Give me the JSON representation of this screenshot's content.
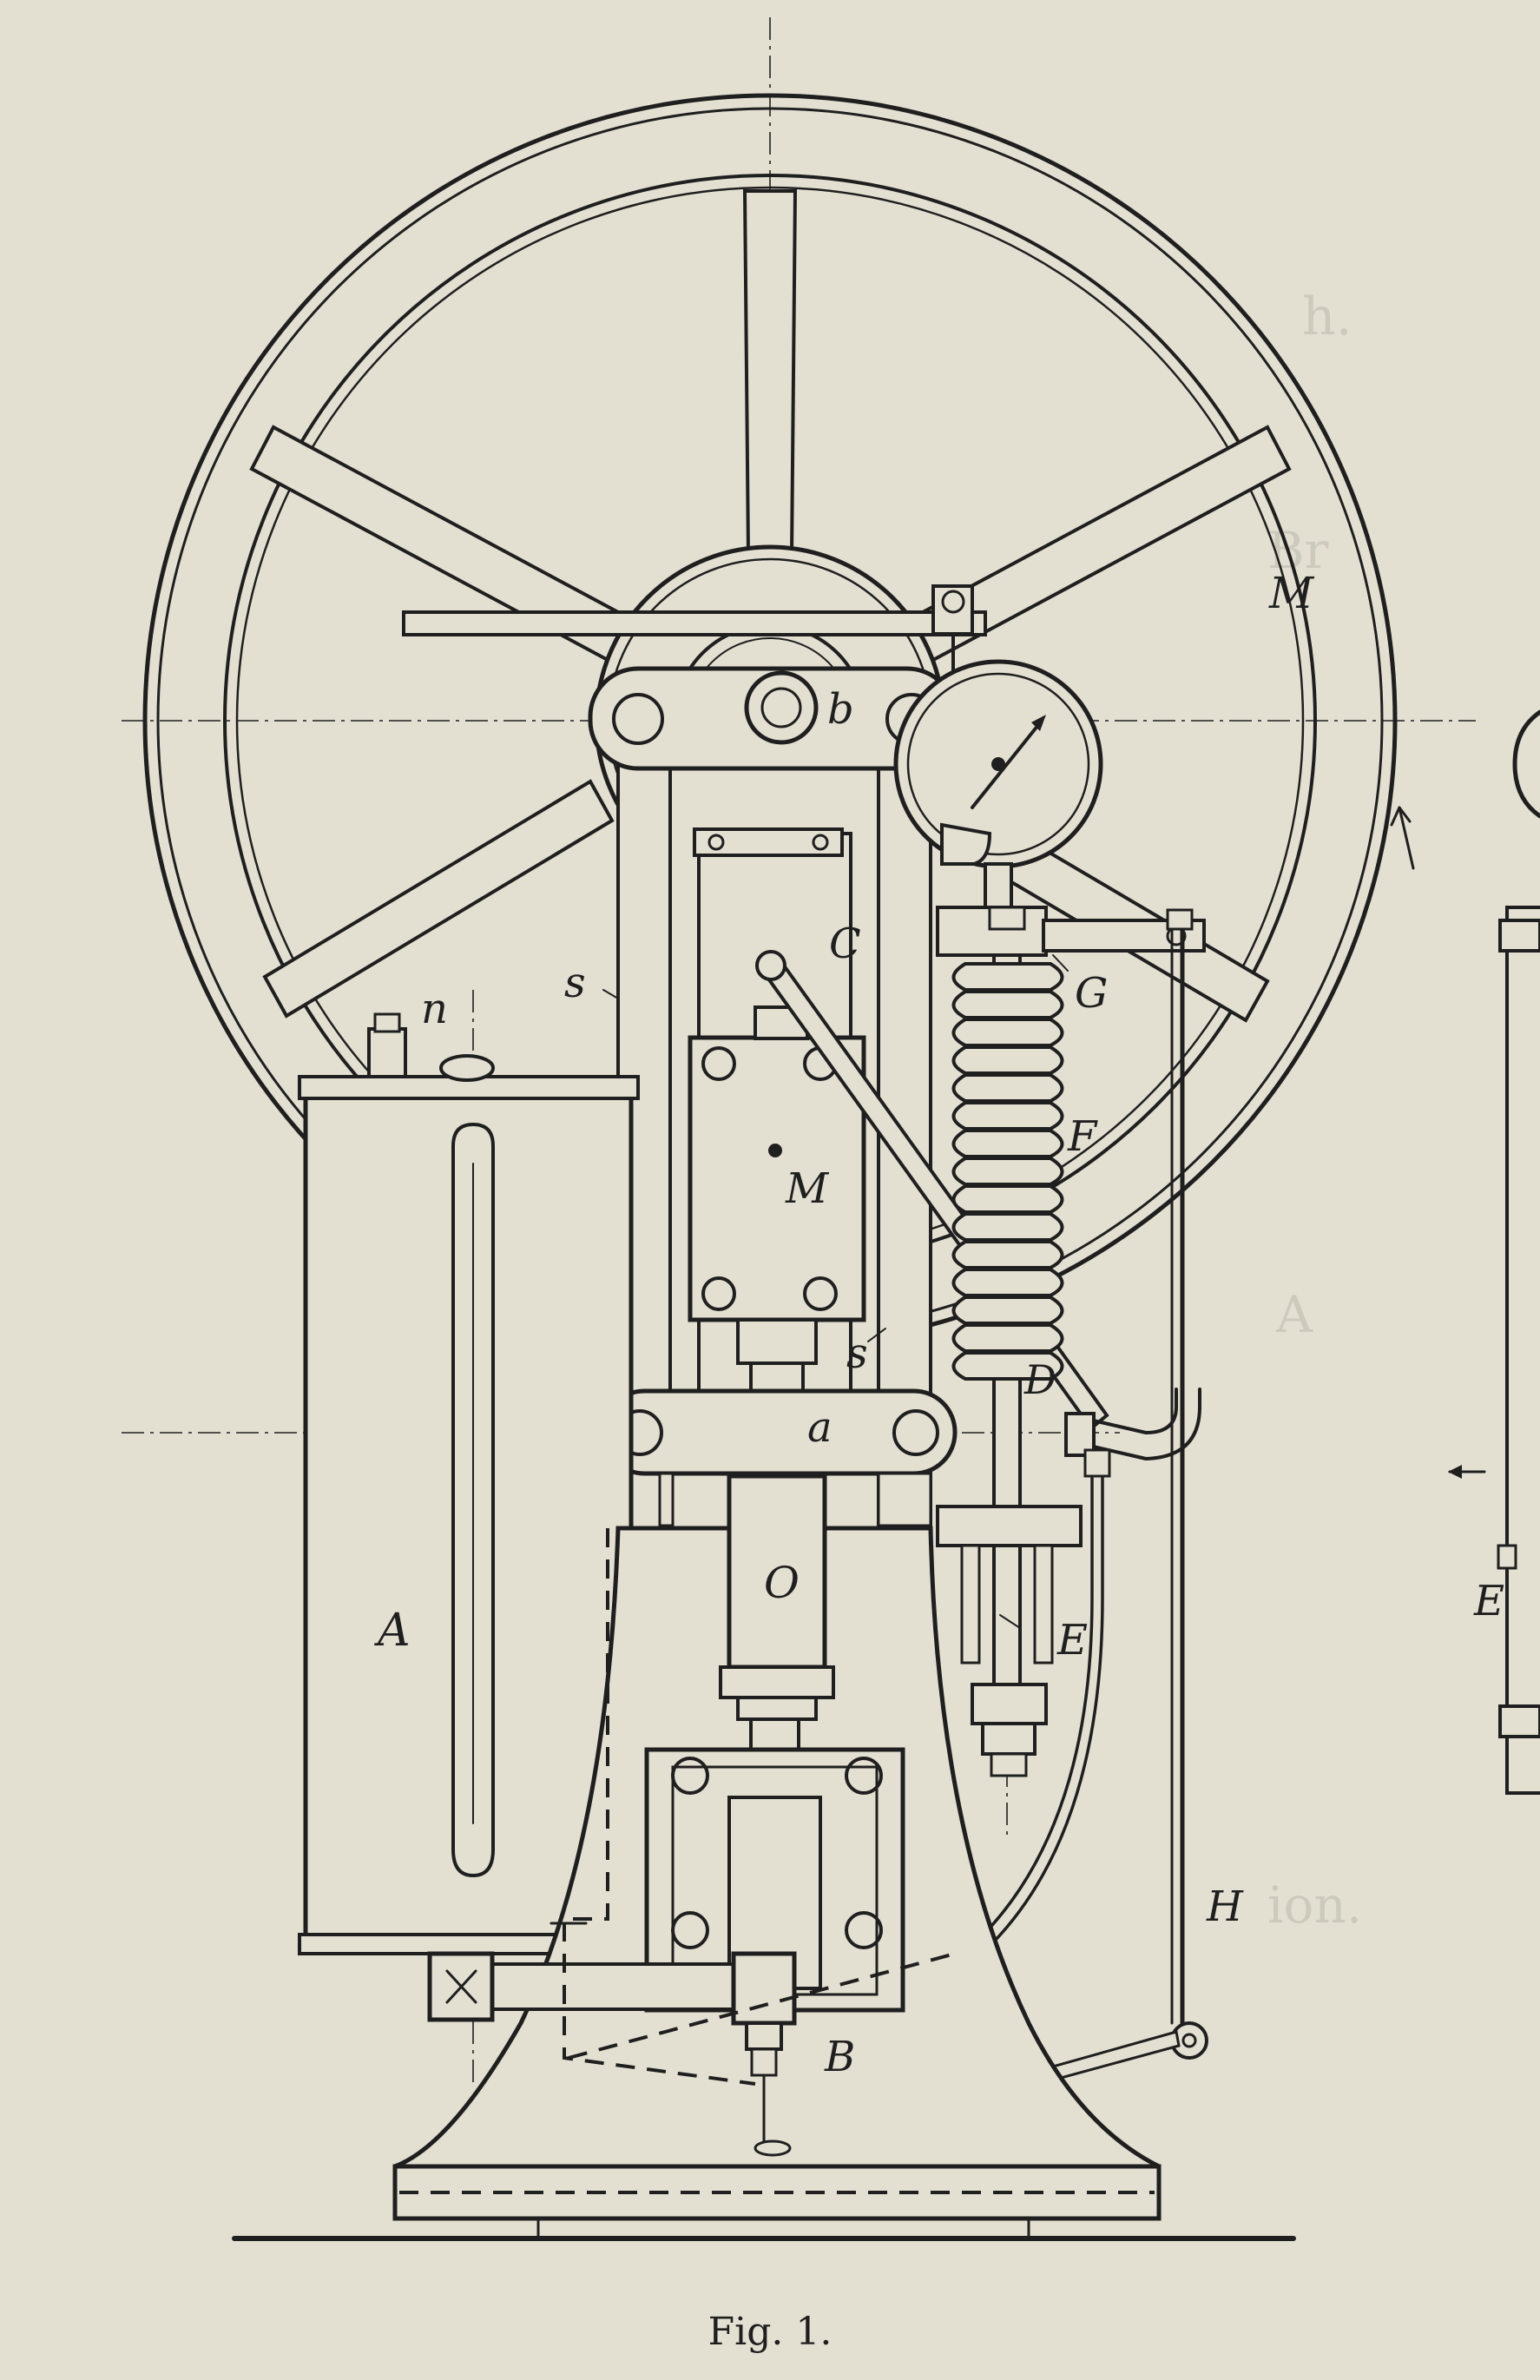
{
  "figure": {
    "caption": "Fig. 1."
  },
  "labels": {
    "M_wheel": "M",
    "b": "b",
    "n": "n",
    "s_left": "s",
    "s_lower": "s",
    "C": "C",
    "G": "G",
    "F": "F",
    "M_center": "M",
    "D": "D",
    "a": "a",
    "O": "O",
    "A": "A",
    "E": "E",
    "B": "B",
    "H": "H",
    "E_right": "E"
  },
  "colors": {
    "paper": "#e3e0d2",
    "ink": "#1f1f1f"
  }
}
